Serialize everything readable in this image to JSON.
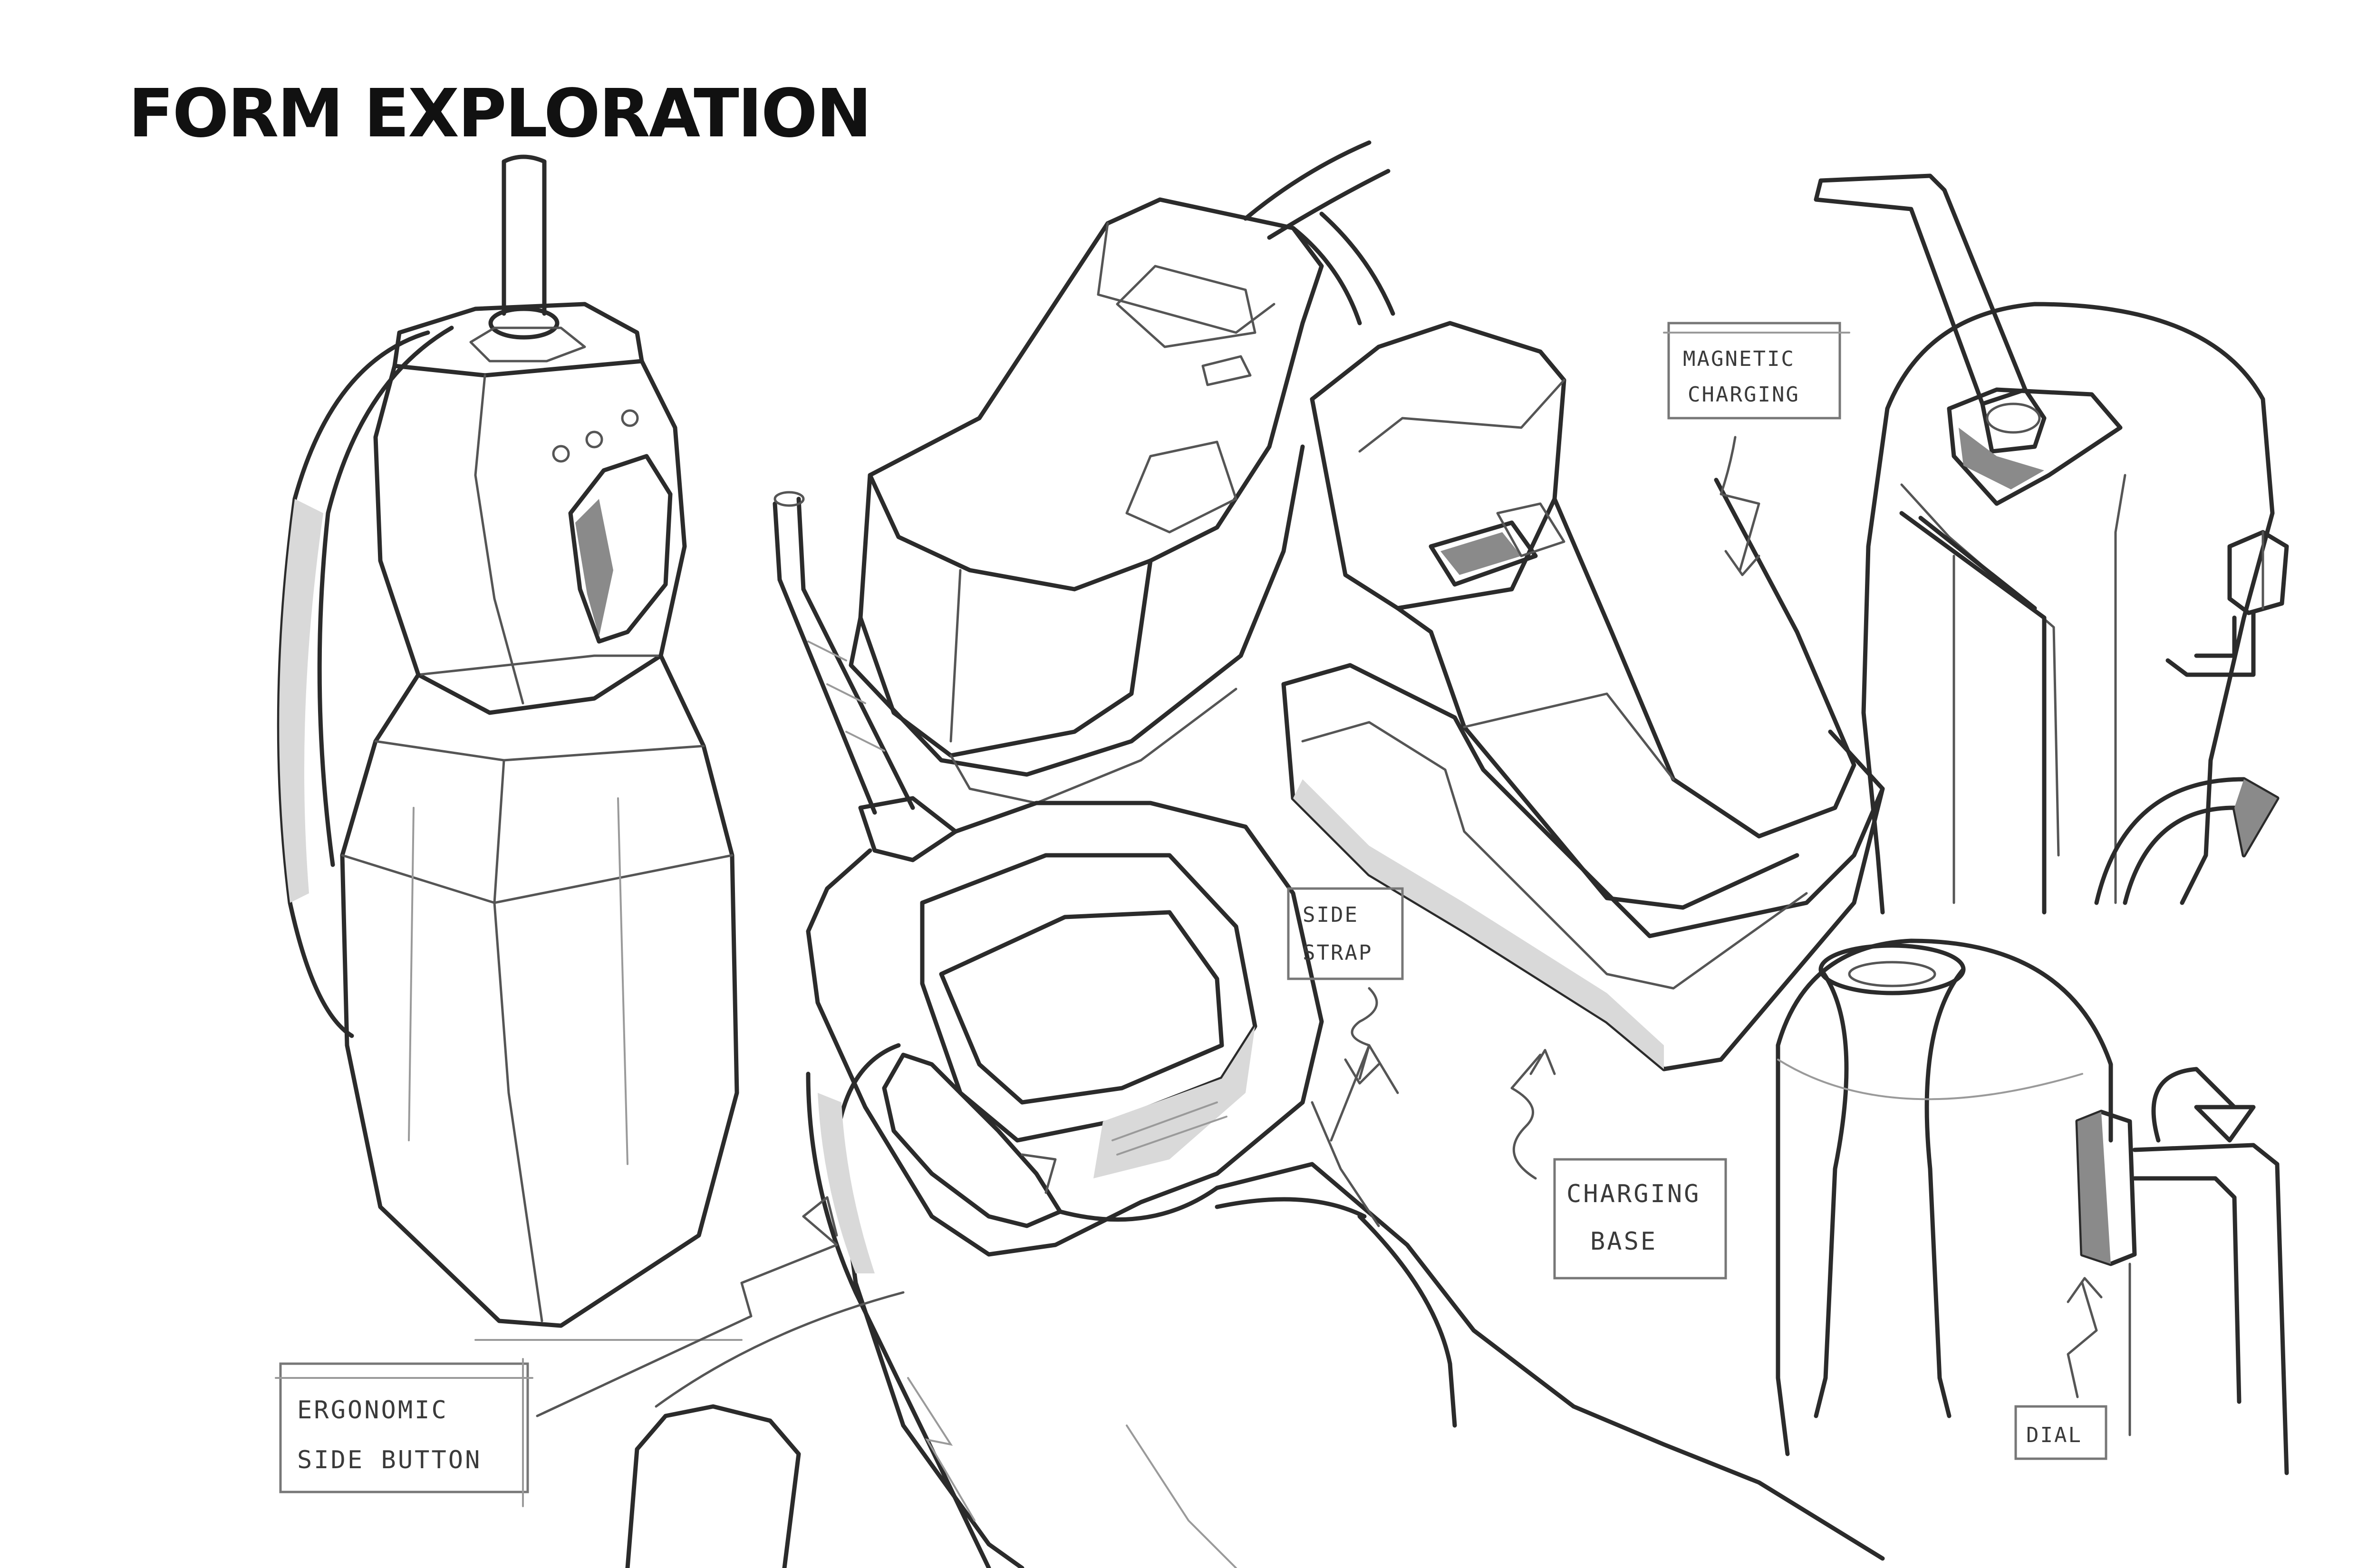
{
  "title": "FORM EXPLORATION",
  "callouts": {
    "ergonomic": {
      "line1": "ERGONOMIC",
      "line2": "SIDE BUTTON"
    },
    "side_strap": {
      "line1": "SIDE",
      "line2": "STRAP"
    },
    "magnetic": {
      "line1": "MAGNETIC",
      "line2": "CHARGING"
    },
    "charging_base": {
      "line1": "CHARGING",
      "line2": "BASE"
    },
    "dial": {
      "line1": "DIAL"
    }
  }
}
